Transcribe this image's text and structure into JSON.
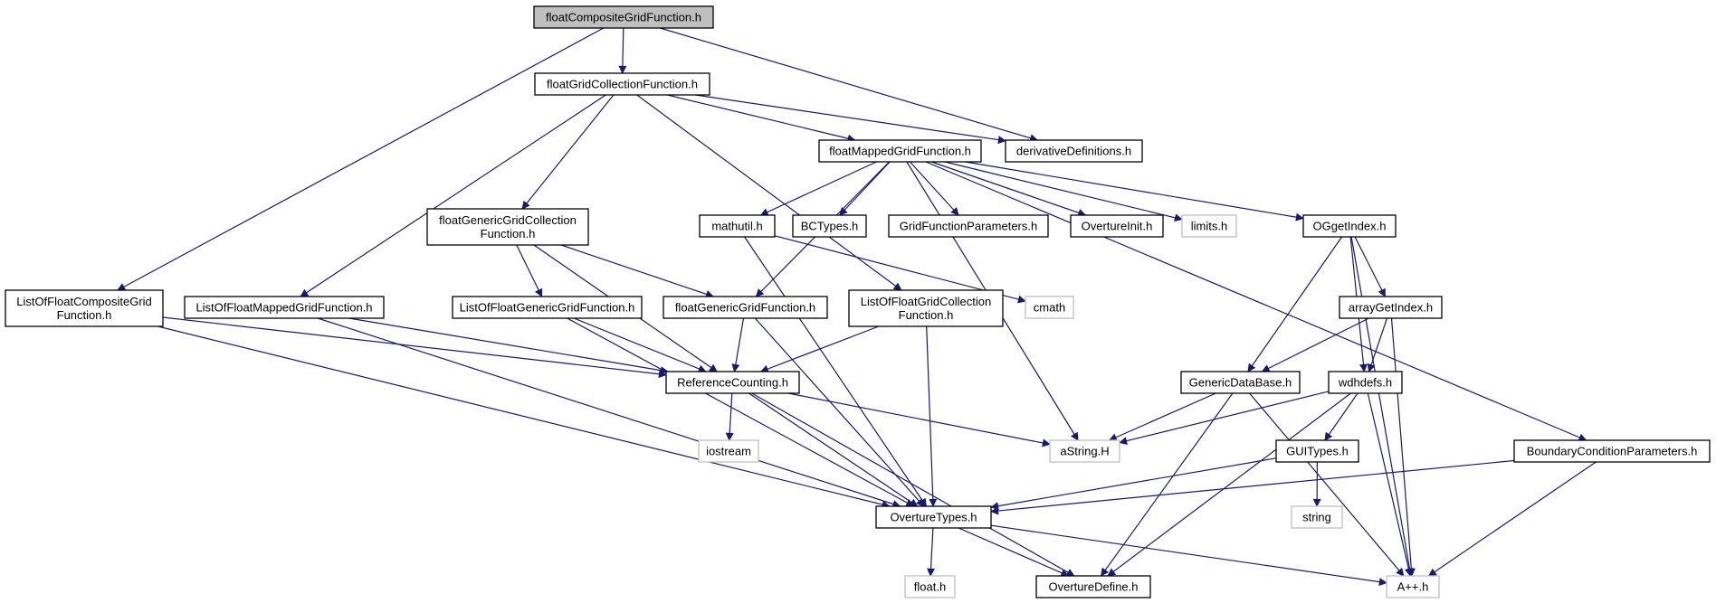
{
  "diagram": {
    "type": "include-dependency-graph",
    "colors": {
      "edge": "#191970",
      "root_fill": "#bfbfbf",
      "node_border": "#000000",
      "system_border": "#bfbfbf"
    },
    "nodes": {
      "root": {
        "lines": [
          "floatCompositeGridFunction.h"
        ]
      },
      "fgcf": {
        "lines": [
          "floatGridCollectionFunction.h"
        ]
      },
      "dd": {
        "lines": [
          "derivativeDefinitions.h"
        ]
      },
      "fmgf": {
        "lines": [
          "floatMappedGridFunction.h"
        ]
      },
      "fggcf": {
        "lines": [
          "floatGenericGridCollection",
          "Function.h"
        ]
      },
      "mathutil": {
        "lines": [
          "mathutil.h"
        ]
      },
      "bctypes": {
        "lines": [
          "BCTypes.h"
        ]
      },
      "gfp": {
        "lines": [
          "GridFunctionParameters.h"
        ]
      },
      "oinit": {
        "lines": [
          "OvertureInit.h"
        ]
      },
      "limits": {
        "lines": [
          "limits.h"
        ]
      },
      "oggi": {
        "lines": [
          "OGgetIndex.h"
        ]
      },
      "lofcgf": {
        "lines": [
          "ListOfFloatCompositeGrid",
          "Function.h"
        ]
      },
      "lofmgf": {
        "lines": [
          "ListOfFloatMappedGridFunction.h"
        ]
      },
      "lofggf": {
        "lines": [
          "ListOfFloatGenericGridFunction.h"
        ]
      },
      "fggf": {
        "lines": [
          "floatGenericGridFunction.h"
        ]
      },
      "lofgcf": {
        "lines": [
          "ListOfFloatGridCollection",
          "Function.h"
        ]
      },
      "cmath": {
        "lines": [
          "cmath"
        ]
      },
      "agi": {
        "lines": [
          "arrayGetIndex.h"
        ]
      },
      "rc": {
        "lines": [
          "ReferenceCounting.h"
        ]
      },
      "gdb": {
        "lines": [
          "GenericDataBase.h"
        ]
      },
      "wdh": {
        "lines": [
          "wdhdefs.h"
        ]
      },
      "iostream": {
        "lines": [
          "iostream"
        ]
      },
      "astring": {
        "lines": [
          "aString.H"
        ]
      },
      "gui": {
        "lines": [
          "GUITypes.h"
        ]
      },
      "bcp": {
        "lines": [
          "BoundaryConditionParameters.h"
        ]
      },
      "string": {
        "lines": [
          "string"
        ]
      },
      "otypes": {
        "lines": [
          "OvertureTypes.h"
        ]
      },
      "floath": {
        "lines": [
          "float.h"
        ]
      },
      "odef": {
        "lines": [
          "OvertureDefine.h"
        ]
      },
      "app": {
        "lines": [
          "A++.h"
        ]
      }
    },
    "edges": [
      [
        "root",
        "fgcf"
      ],
      [
        "root",
        "dd"
      ],
      [
        "root",
        "lofcgf"
      ],
      [
        "fgcf",
        "dd"
      ],
      [
        "fgcf",
        "fmgf"
      ],
      [
        "fgcf",
        "fggcf"
      ],
      [
        "fgcf",
        "lofmgf"
      ],
      [
        "fgcf",
        "lofgcf"
      ],
      [
        "fmgf",
        "mathutil"
      ],
      [
        "fmgf",
        "bctypes"
      ],
      [
        "fmgf",
        "gfp"
      ],
      [
        "fmgf",
        "oinit"
      ],
      [
        "fmgf",
        "limits"
      ],
      [
        "fmgf",
        "oggi"
      ],
      [
        "fmgf",
        "fggf"
      ],
      [
        "fmgf",
        "astring"
      ],
      [
        "fmgf",
        "bcp"
      ],
      [
        "fggcf",
        "lofggf"
      ],
      [
        "fggcf",
        "fggf"
      ],
      [
        "fggcf",
        "rc"
      ],
      [
        "mathutil",
        "cmath"
      ],
      [
        "mathutil",
        "otypes"
      ],
      [
        "oggi",
        "agi"
      ],
      [
        "oggi",
        "gdb"
      ],
      [
        "oggi",
        "wdh"
      ],
      [
        "oggi",
        "app"
      ],
      [
        "lofcgf",
        "rc"
      ],
      [
        "lofcgf",
        "otypes"
      ],
      [
        "lofmgf",
        "rc"
      ],
      [
        "lofmgf",
        "otypes"
      ],
      [
        "lofggf",
        "rc"
      ],
      [
        "lofggf",
        "otypes"
      ],
      [
        "fggf",
        "rc"
      ],
      [
        "fggf",
        "otypes"
      ],
      [
        "lofgcf",
        "rc"
      ],
      [
        "lofgcf",
        "otypes"
      ],
      [
        "agi",
        "gdb"
      ],
      [
        "agi",
        "wdh"
      ],
      [
        "agi",
        "app"
      ],
      [
        "rc",
        "iostream"
      ],
      [
        "rc",
        "astring"
      ],
      [
        "rc",
        "otypes"
      ],
      [
        "rc",
        "odef"
      ],
      [
        "gdb",
        "astring"
      ],
      [
        "gdb",
        "odef"
      ],
      [
        "gdb",
        "app"
      ],
      [
        "wdh",
        "astring"
      ],
      [
        "wdh",
        "gui"
      ],
      [
        "wdh",
        "odef"
      ],
      [
        "wdh",
        "app"
      ],
      [
        "gui",
        "string"
      ],
      [
        "gui",
        "otypes"
      ],
      [
        "bcp",
        "otypes"
      ],
      [
        "bcp",
        "app"
      ],
      [
        "otypes",
        "floath"
      ],
      [
        "otypes",
        "odef"
      ],
      [
        "otypes",
        "app"
      ]
    ]
  }
}
